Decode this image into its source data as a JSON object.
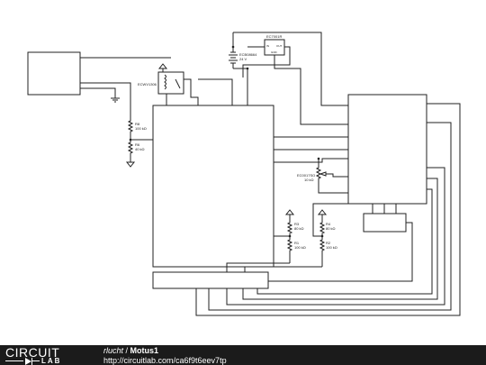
{
  "schematic": {
    "labels": {
      "relay_name": "ECWV1306",
      "battery_name": "ECB08664",
      "battery_value": "24 V",
      "regulator_name": "EC7001R",
      "regulator_in": "IN",
      "regulator_out": "OUT",
      "regulator_gnd": "GND",
      "r8_name": "R8",
      "r8_value": "100 kΩ",
      "r6_name": "R6",
      "r6_value": "40 kΩ",
      "pot_name": "EC0017SO",
      "pot_value": "10 kΩ",
      "r3_name": "R3",
      "r3_value": "80 kΩ",
      "r1_name": "R1",
      "r1_value": "100 kΩ",
      "r4_name": "R4",
      "r4_value": "80 kΩ",
      "r2_name": "R2",
      "r2_value": "100 kΩ"
    }
  },
  "footer": {
    "brand_top": "CIRCUIT",
    "brand_bottom": "LAB",
    "author": "rlucht",
    "separator": " / ",
    "title": "Motus1",
    "url": "http://circuitlab.com/ca6f9t6eev7tp"
  }
}
